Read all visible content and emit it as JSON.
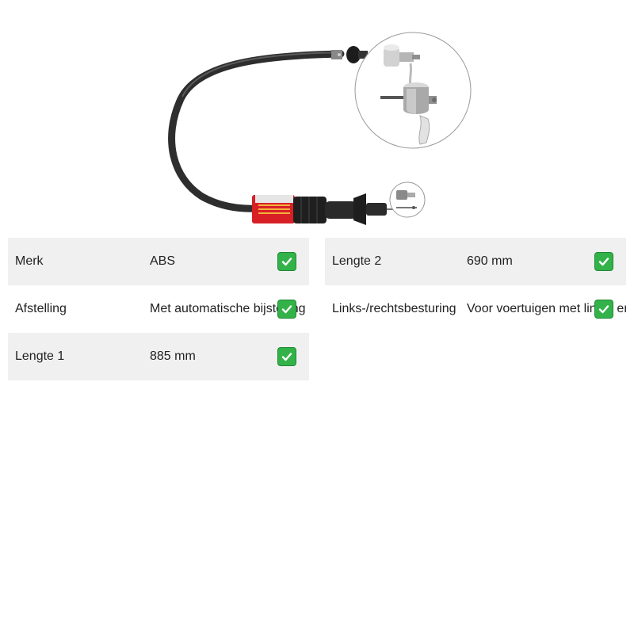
{
  "specs": {
    "left": [
      {
        "label": "Merk",
        "value": "ABS",
        "shaded": true
      },
      {
        "label": "Afstelling",
        "value": "Met automatische bijstelling",
        "shaded": false
      },
      {
        "label": "Lengte 1",
        "value": "885 mm",
        "shaded": true
      }
    ],
    "right": [
      {
        "label": "Lengte 2",
        "value": "690 mm",
        "shaded": true
      },
      {
        "label": "Links-/rechtsbesturing",
        "value": "Voor voertuigen met links- en rechtsbesturing",
        "shaded": false
      }
    ]
  },
  "icons": {
    "check": "check-icon",
    "check_color": "#33b249"
  }
}
